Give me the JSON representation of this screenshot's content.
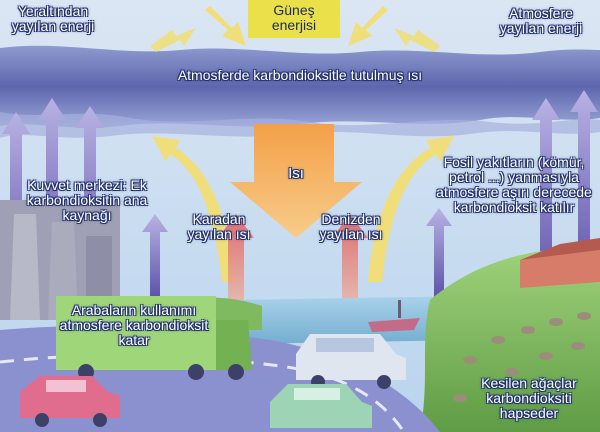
{
  "labels": {
    "geothermal": "Yeraltından yayılan enerji",
    "sun": "Güneş enerjisi",
    "atmosphere_radiated": "Atmosfere yayılan enerji",
    "trapped_heat": "Atmosferde karbondioksitle tutulmuş ısı",
    "heat": "Isı",
    "power_plant": "Kuvvet merkezi: Ek karbondioksitin ana kaynağı",
    "land_heat": "Karadan yayılan ısı",
    "sea_heat": "Denizden yayılan ısı",
    "fossil_fuels": "Fosil yakıtların (kömür, petrol ...) yanmasıyla atmosfere aşırı derecede karbondioksit katılır",
    "cars": "Arabaların kullanımı atmosfere karbondioksit katar",
    "trees": "Kesilen ağaçlar karbondioksiti hapseder"
  },
  "colors": {
    "sky": "#cfe3f4",
    "cloud_band": "#6a75b8",
    "sun_box": "#eae14a",
    "heat_arrow": "#f2a34a",
    "yellow_arrow": "#f0de7a",
    "red_arrow": "#e96a6a",
    "purple_arrow": "#7a6cc0",
    "land": "#7dbf5a",
    "sea": "#8fc2dd",
    "road": "#8a8fd0"
  }
}
